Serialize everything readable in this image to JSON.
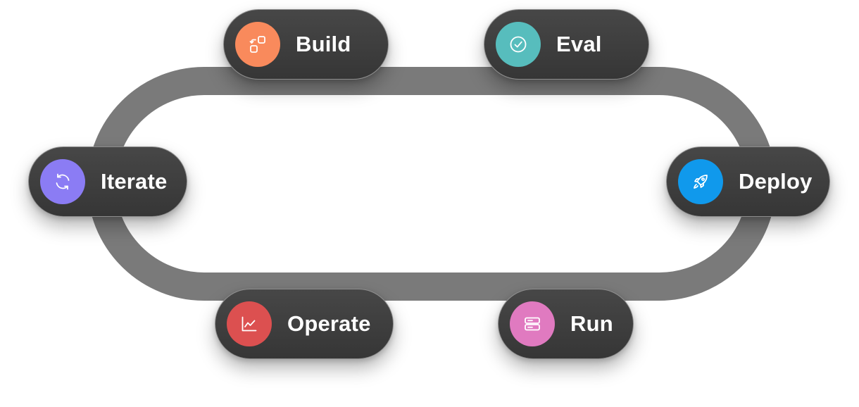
{
  "colors": {
    "track": "#7a7a7a",
    "pill_background": "#3c3c3c",
    "pill_border": "#8e8e8e",
    "label": "#ffffff"
  },
  "stages": {
    "build": {
      "label": "Build",
      "icon": "build-blocks-icon",
      "color": "#f98a5c"
    },
    "eval": {
      "label": "Eval",
      "icon": "check-circle-icon",
      "color": "#57bdbd"
    },
    "deploy": {
      "label": "Deploy",
      "icon": "rocket-icon",
      "color": "#1099ec"
    },
    "run": {
      "label": "Run",
      "icon": "server-icon",
      "color": "#e07ac0"
    },
    "operate": {
      "label": "Operate",
      "icon": "line-chart-icon",
      "color": "#dc5050"
    },
    "iterate": {
      "label": "Iterate",
      "icon": "refresh-cycle-icon",
      "color": "#8b7cf4"
    }
  },
  "cycle_order": [
    "build",
    "eval",
    "deploy",
    "run",
    "operate",
    "iterate"
  ]
}
